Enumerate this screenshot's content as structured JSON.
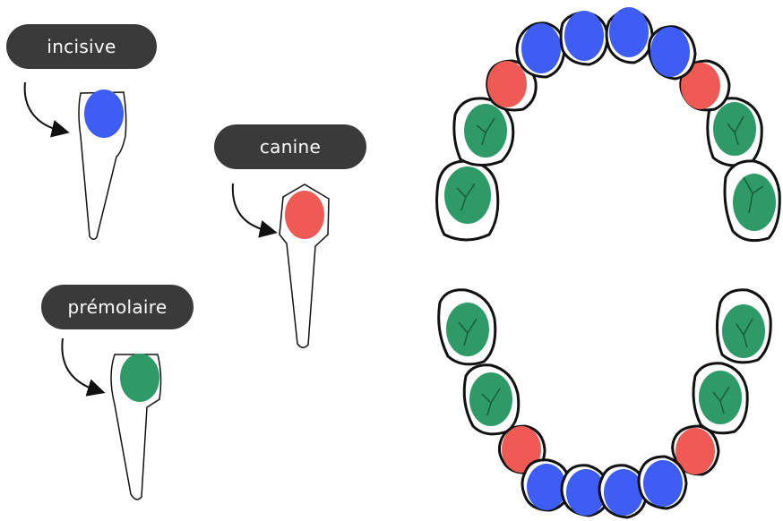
{
  "labels": {
    "incisive": "incisive",
    "canine": "canine",
    "premolaire": "prémolaire"
  },
  "colors": {
    "incisor": "#3d5df5",
    "canine": "#f05a55",
    "premolar": "#2e9a68",
    "label_bg": "#3a3a3a",
    "label_text": "#ffffff",
    "outline": "#1a1a1a"
  }
}
